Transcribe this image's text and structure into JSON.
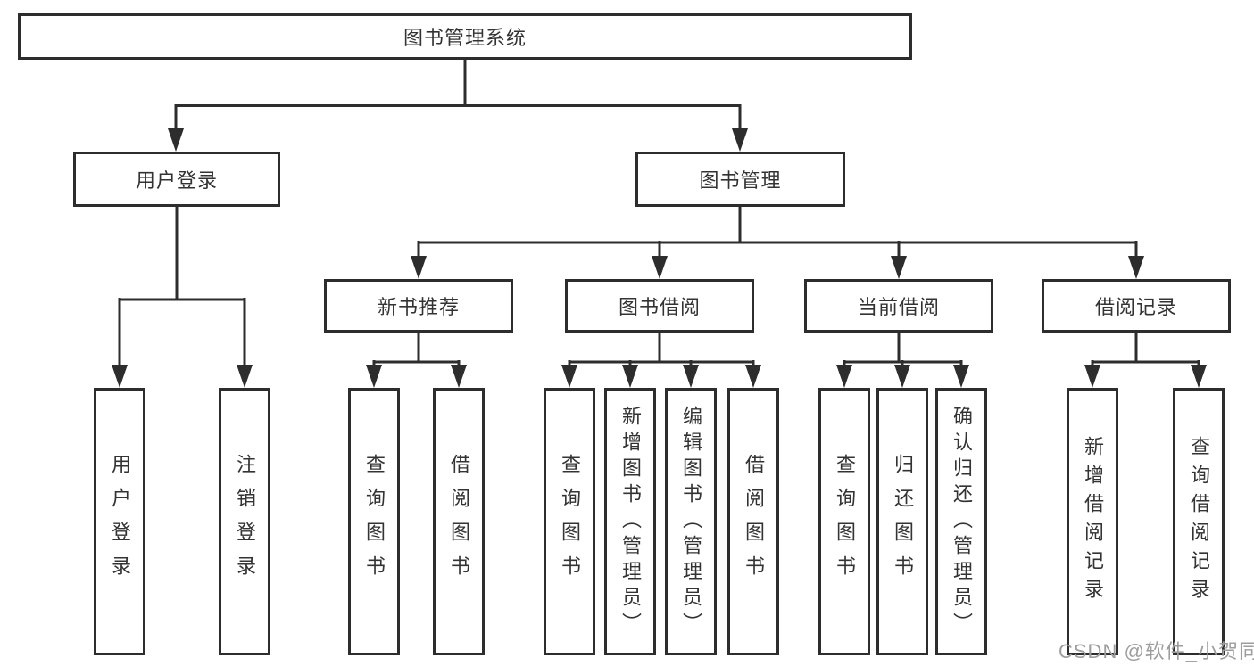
{
  "tree": {
    "label": "图书管理系统",
    "children": [
      {
        "label": "用户登录",
        "children": [
          {
            "label": "用户登录"
          },
          {
            "label": "注销登录"
          }
        ]
      },
      {
        "label": "图书管理",
        "children": [
          {
            "label": "新书推荐",
            "children": [
              {
                "label": "查询图书"
              },
              {
                "label": "借阅图书"
              }
            ]
          },
          {
            "label": "图书借阅",
            "children": [
              {
                "label": "查询图书"
              },
              {
                "label": "新增图书（管理员）"
              },
              {
                "label": "编辑图书（管理员）"
              },
              {
                "label": "借阅图书"
              }
            ]
          },
          {
            "label": "当前借阅",
            "children": [
              {
                "label": "查询图书"
              },
              {
                "label": "归还图书"
              },
              {
                "label": "确认归还（管理员）"
              }
            ]
          },
          {
            "label": "借阅记录",
            "children": [
              {
                "label": "新增借阅记录"
              },
              {
                "label": "查询借阅记录"
              }
            ]
          }
        ]
      }
    ]
  },
  "watermark": {
    "text": "CSDN @软件_小贺同学"
  },
  "colors": {
    "line": "#2d2d2d",
    "box_border": "#2d2d2d",
    "text": "#333333",
    "watermark": "#9d9d9d",
    "background": "#ffffff"
  }
}
